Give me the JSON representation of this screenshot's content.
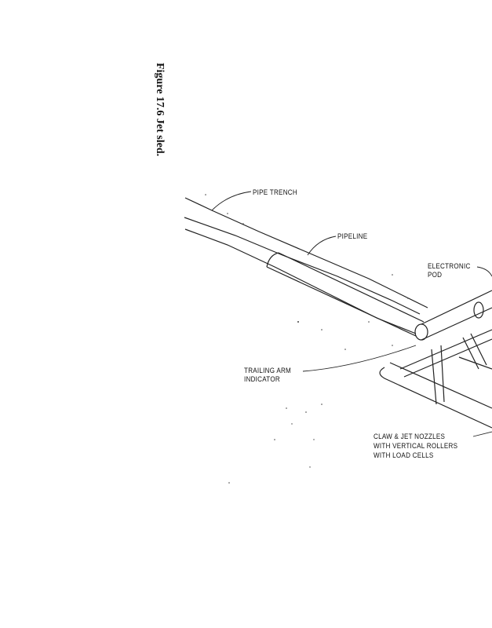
{
  "figure": {
    "caption": "Figure 17.6 Jet sled.",
    "labels": {
      "pipe_trench": "PIPE TRENCH",
      "pipeline": "PIPELINE",
      "electronic_pod_1": "ELECTRONIC",
      "electronic_pod_2": "POD",
      "trailing_arm_1": "TRAILING ARM",
      "trailing_arm_2": "INDICATOR",
      "claw_1": "CLAW & JET NOZZLES",
      "claw_2": "WITH VERTICAL ROLLERS",
      "claw_3": "WITH LOAD CELLS"
    }
  }
}
